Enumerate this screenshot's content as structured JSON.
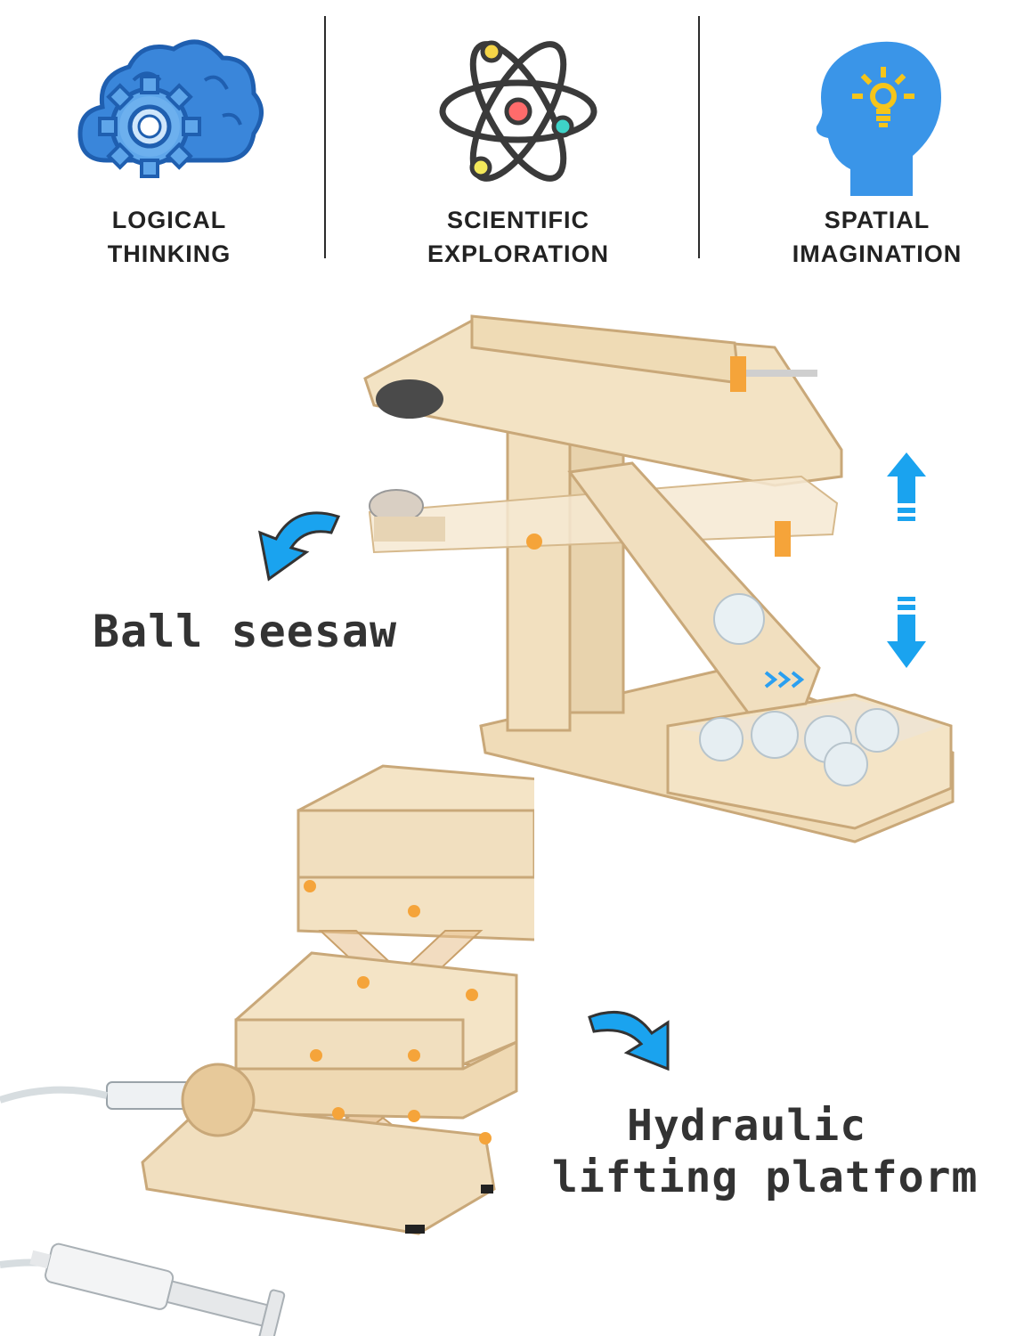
{
  "features": [
    {
      "label_line1": "LOGICAL",
      "label_line2": "THINKING",
      "icon": "brain-gear-icon"
    },
    {
      "label_line1": "SCIENTIFIC",
      "label_line2": "EXPLORATION",
      "icon": "atom-icon"
    },
    {
      "label_line1": "SPATIAL",
      "label_line2": "IMAGINATION",
      "icon": "head-lightbulb-icon"
    }
  ],
  "captions": {
    "seesaw": "Ball seesaw",
    "platform_line1": "Hydraulic",
    "platform_line2": "lifting platform"
  },
  "colors": {
    "icon_blue": "#2f7fd6",
    "accent_blue": "#1aa3ef",
    "wood": "#f1dfbf",
    "wood_edge": "#c9a879",
    "orange_knob": "#f5a43a"
  }
}
